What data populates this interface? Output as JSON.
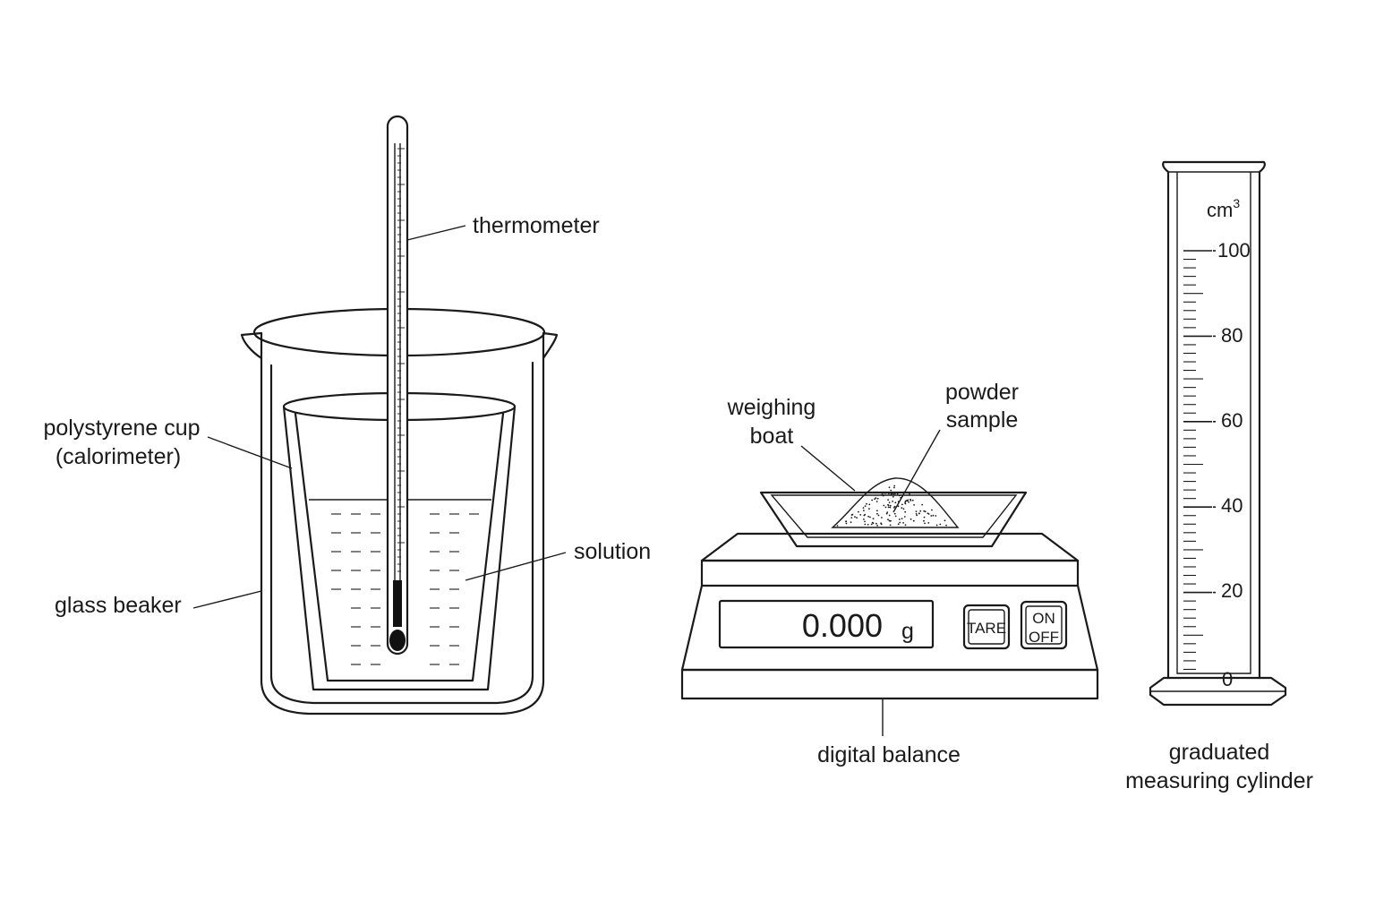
{
  "labels": {
    "thermometer": "thermometer",
    "cup_line1": "polystyrene cup",
    "cup_line2": "(calorimeter)",
    "solution": "solution",
    "beaker": "glass beaker",
    "boat_line1": "weighing",
    "boat_line2": "boat",
    "powder_line1": "powder",
    "powder_line2": "sample",
    "balance": "digital balance",
    "cylinder_line1": "graduated",
    "cylinder_line2": "measuring cylinder"
  },
  "balance": {
    "reading": "0.000",
    "unit": "g",
    "tare_label": "TARE",
    "power_on": "ON",
    "power_off": "OFF"
  },
  "cylinder": {
    "unit": "cm",
    "unit_exponent": "3",
    "scale": [
      "0",
      "20",
      "40",
      "60",
      "80",
      "100"
    ]
  },
  "colors": {
    "ink": "#1a1a1a",
    "background": "#ffffff",
    "mercury": "#111111"
  }
}
